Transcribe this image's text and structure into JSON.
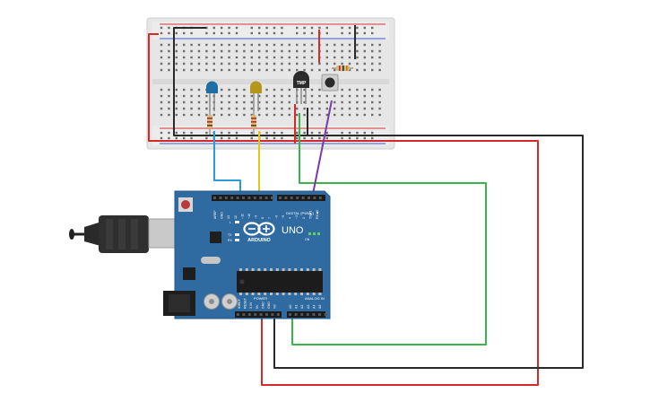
{
  "board": {
    "brand": "ARDUINO",
    "model": "UNO",
    "digital_header_label": "DIGITAL (PWM~)",
    "power_header_label": "POWER",
    "analog_header_label": "ANALOG IN",
    "digital_pins": [
      "AREF",
      "GND",
      "13",
      "12",
      "~11",
      "~10",
      "~9",
      "8",
      "7",
      "~6",
      "~5",
      "4",
      "~3",
      "2",
      "TX▶1",
      "RX◀0"
    ],
    "power_pins": [
      "IOREF",
      "RESET",
      "3.3V",
      "5V",
      "GND",
      "GND",
      "Vin"
    ],
    "analog_pins": [
      "A0",
      "A1",
      "A2",
      "A3",
      "A4",
      "A5"
    ],
    "led_labels": [
      "L",
      "TX",
      "RX"
    ],
    "on_label": "ON"
  },
  "components": {
    "sensor_label": "TMP"
  },
  "breadboard": {
    "column_numbers_count": 30
  },
  "colors": {
    "red_wire": "#d42a2a",
    "black_wire": "#2a2a2a",
    "green_wire": "#3bb54a",
    "blue_wire": "#2b9bd6",
    "yellow_wire": "#e8c511",
    "purple_wire": "#7c3aa8",
    "board_blue": "#2f6aa0",
    "breadboard": "#e8e8e8"
  }
}
